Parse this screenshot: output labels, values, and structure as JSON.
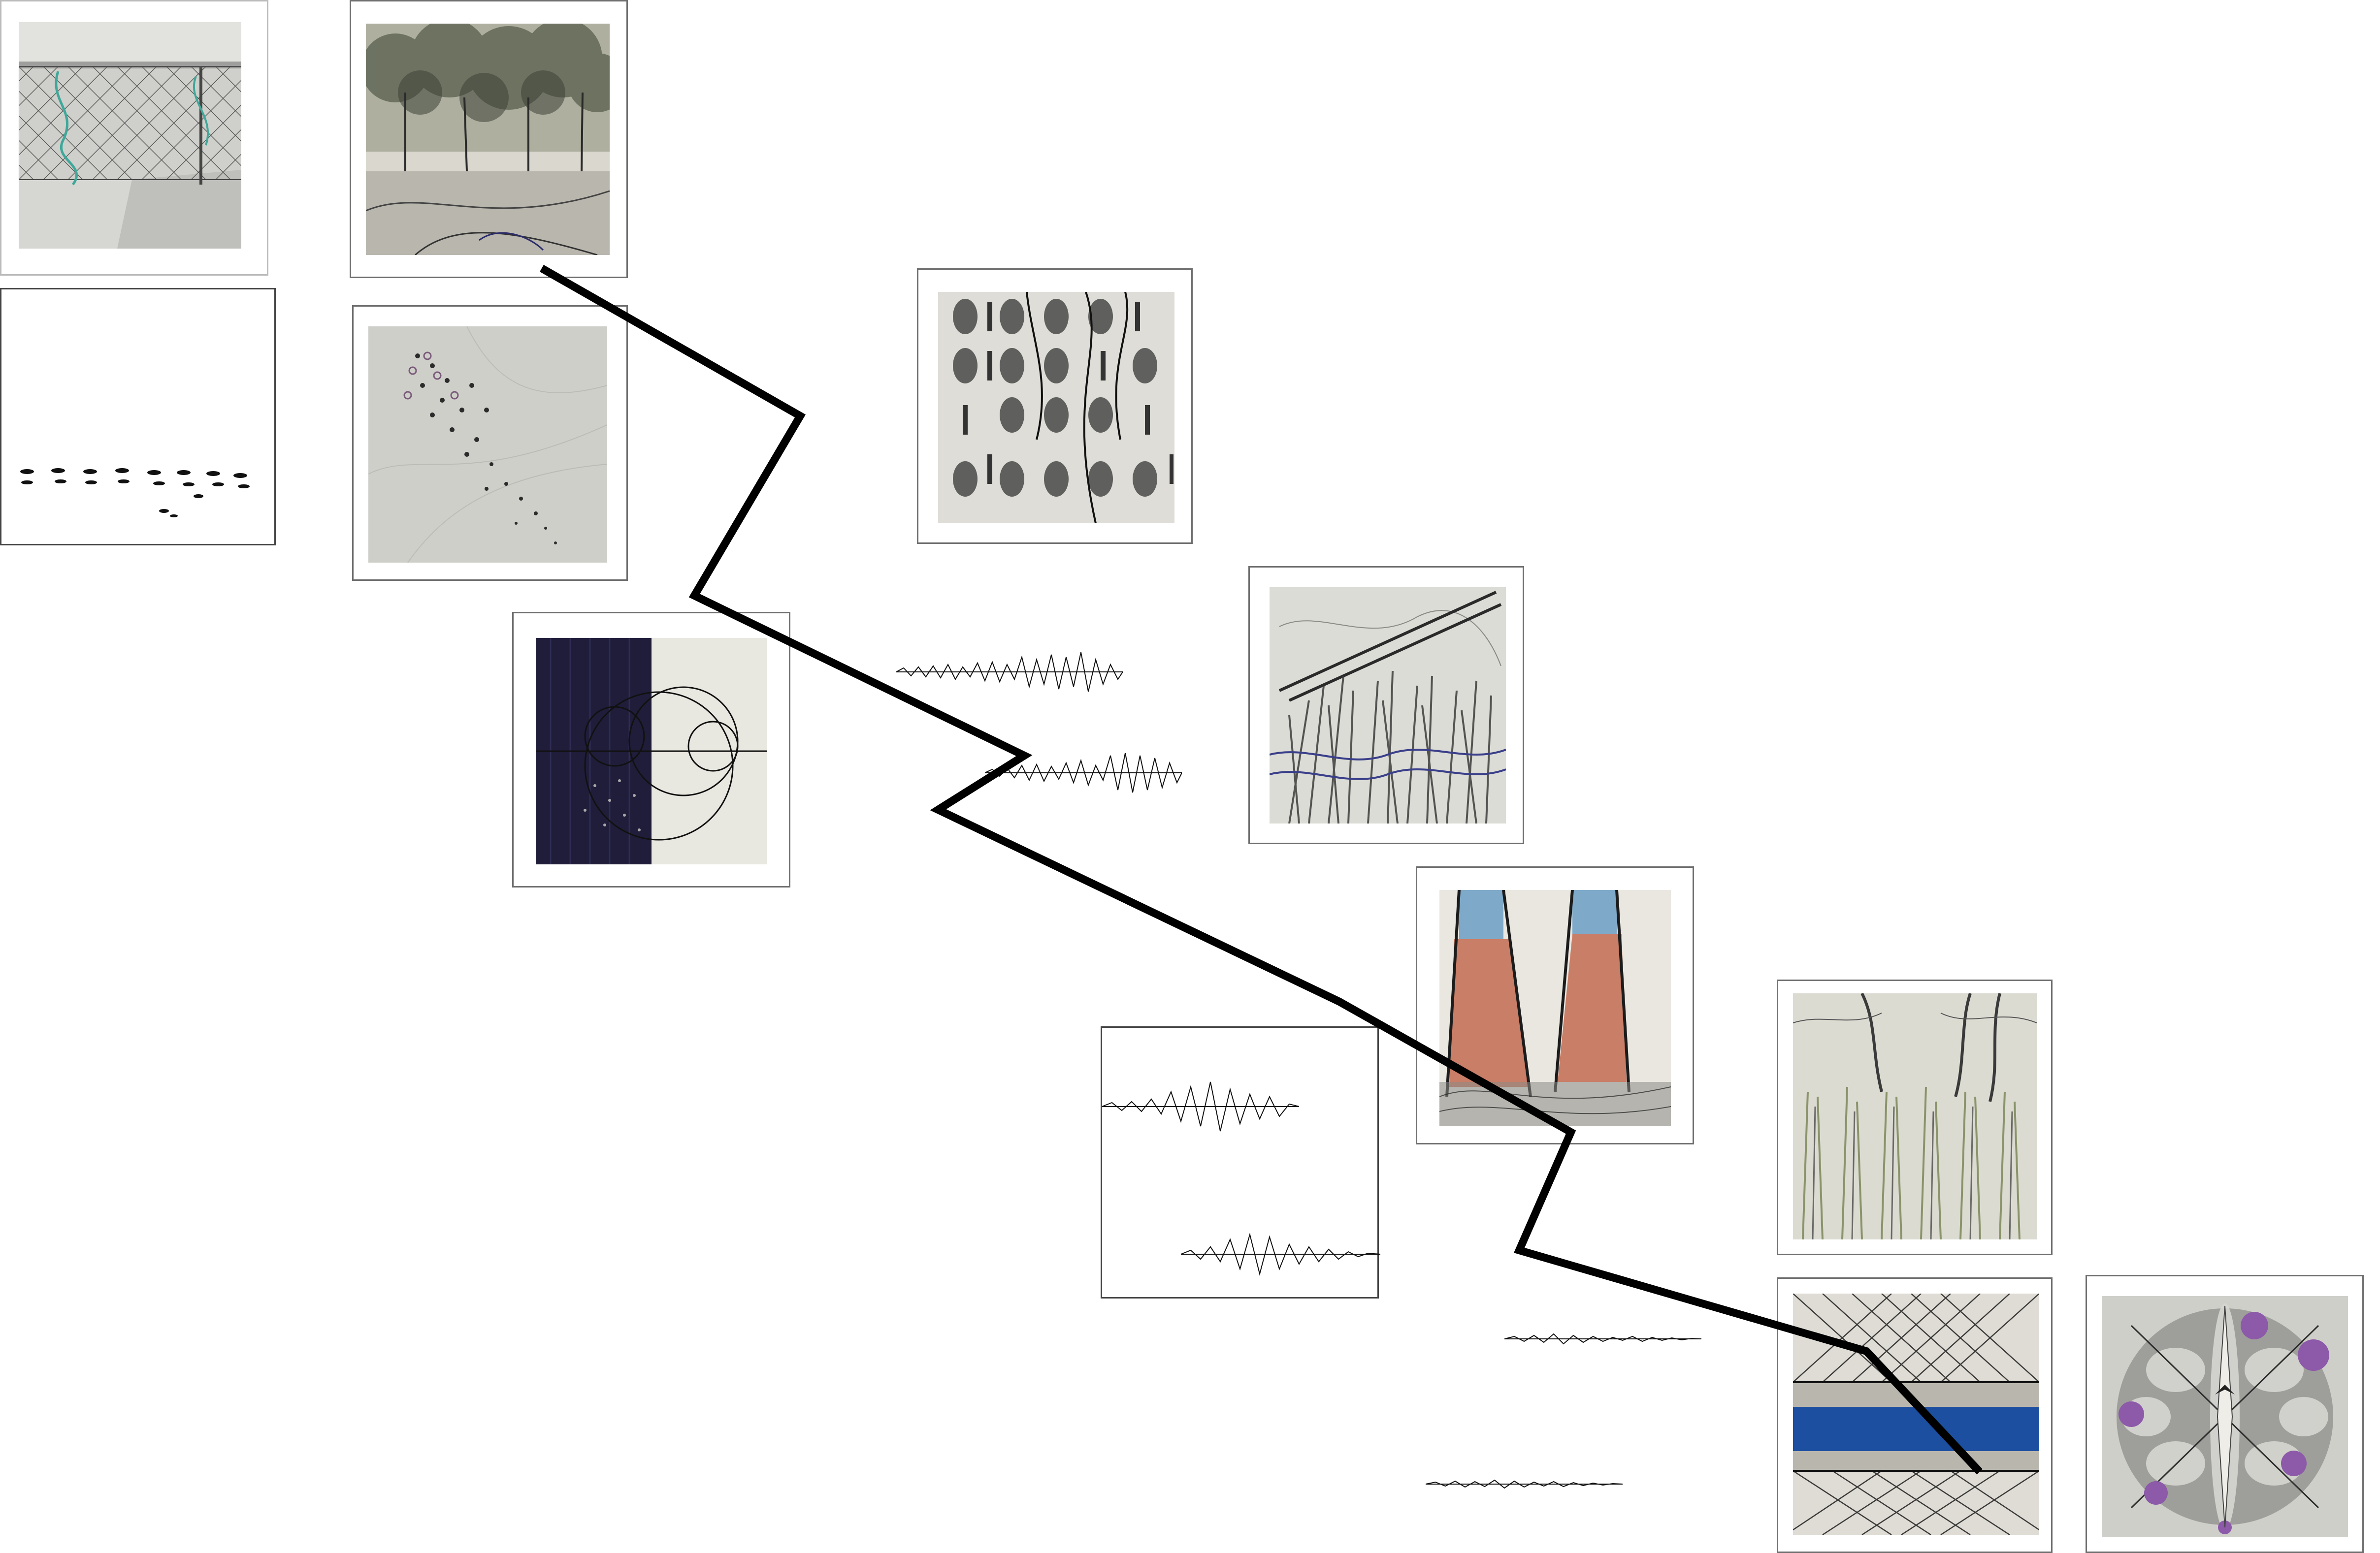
{
  "canvas": {
    "background": "#ffffff"
  },
  "artworks": [
    {
      "name": "chainlink-fence-drawing",
      "palette": [
        "#cfd0cc",
        "#2f2f2f",
        "#3fa89a"
      ]
    },
    {
      "name": "park-landscape-drawing",
      "palette": [
        "#d9d6cf",
        "#5c6050",
        "#2e2e2e"
      ]
    },
    {
      "name": "footprints-sketch",
      "palette": [
        "#ffffff",
        "#111111"
      ]
    },
    {
      "name": "dot-constellation-drawing",
      "palette": [
        "#cfcfca",
        "#2b2b2b",
        "#7a5a7a"
      ]
    },
    {
      "name": "fingerprint-binary-drawing",
      "palette": [
        "#deddd7",
        "#333333"
      ]
    },
    {
      "name": "navy-circles-painting",
      "palette": [
        "#1f1d3a",
        "#e8e7e0",
        "#111111"
      ]
    },
    {
      "name": "grass-and-lines-drawing",
      "palette": [
        "#dcdcd6",
        "#3d3d3d",
        "#3a3f8a"
      ]
    },
    {
      "name": "waveform-sketch",
      "palette": [
        "#ffffff",
        "#111111"
      ]
    },
    {
      "name": "red-legs-painting",
      "palette": [
        "#e9e7e0",
        "#c97e67",
        "#7fa9c9",
        "#1c1c1c"
      ]
    },
    {
      "name": "tree-meadow-drawing",
      "palette": [
        "#dcdbd2",
        "#8a946a",
        "#3a3a3a"
      ]
    },
    {
      "name": "blue-river-painting",
      "palette": [
        "#dedcd4",
        "#1d4fa0",
        "#202020"
      ]
    },
    {
      "name": "symmetric-flower-drawing",
      "palette": [
        "#cfcfca",
        "#8c5aa8",
        "#2d2d2d"
      ]
    }
  ],
  "connector": {
    "color": "#000000"
  }
}
